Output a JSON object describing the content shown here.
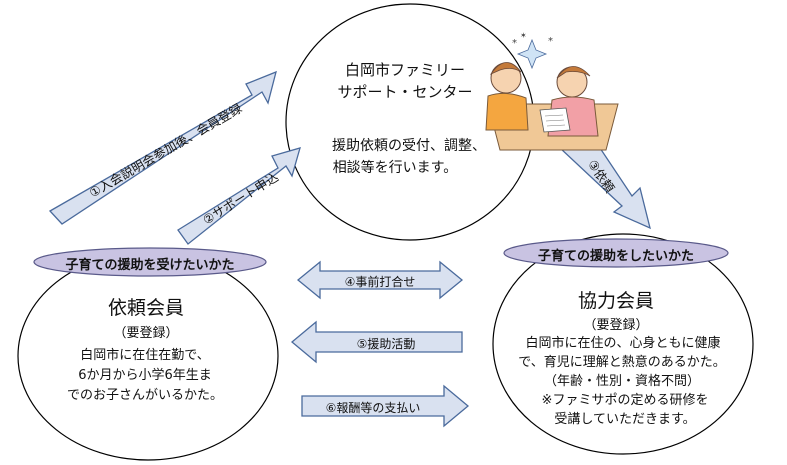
{
  "center": {
    "title_line1": "白岡市ファミリー",
    "title_line2": "サポート・センター",
    "desc_line1": "援助依頼の受付、調整、",
    "desc_line2": "相談等を行います。"
  },
  "requester": {
    "pill": "子育ての援助を受けたいかた",
    "title": "依頼会員",
    "sub": "（要登録）",
    "desc_line1": "白岡市に在住在勤で、",
    "desc_line2": "6か月から小学6年生ま",
    "desc_line3": "でのお子さんがいるかた。"
  },
  "helper": {
    "pill": "子育ての援助をしたいかた",
    "title": "協力会員",
    "sub": "（要登録）",
    "desc_line1": "白岡市に在住の、心身ともに健康",
    "desc_line2": "で、育児に理解と熱意のあるかた。",
    "desc_line3": "（年齢・性別・資格不問）",
    "desc_line4": "※ファミサポの定める研修を",
    "desc_line5": "受講していただきます。"
  },
  "arrows": {
    "a1": "①入会説明会参加後、会員登録",
    "a2": "②サポート申込",
    "a3": "③依頼",
    "a4": "④事前打合せ",
    "a5": "⑤援助活動",
    "a6": "⑥報酬等の支払い"
  },
  "colors": {
    "arrow_fill": "#d9e1f0",
    "arrow_stroke": "#4a6a9c",
    "pill_fill": "#c9c3e2",
    "pill_stroke": "#5a5a8a"
  }
}
